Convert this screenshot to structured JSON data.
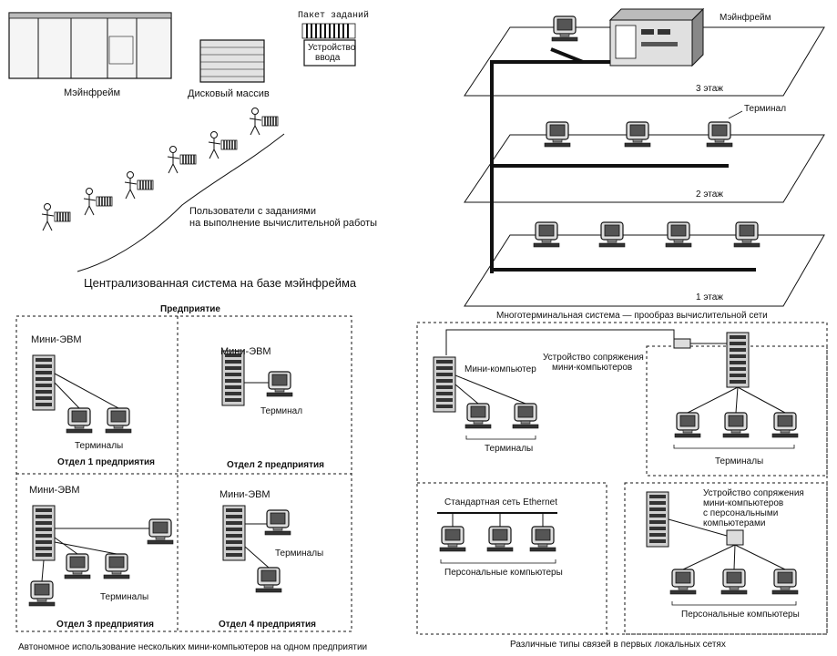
{
  "q1": {
    "mainframe": "Мэйнфрейм",
    "disk_array": "Дисковый массив",
    "job_batch": "Пакет заданий",
    "input_device_l1": "Устройство",
    "input_device_l2": "ввода",
    "users_l1": "Пользователи с заданиями",
    "users_l2": "на выполнение вычислительной работы",
    "caption": "Централизованная система на базе мэйнфрейма"
  },
  "q2": {
    "mainframe": "Мэйнфрейм",
    "floor3": "3 этаж",
    "floor2": "2 этаж",
    "floor1": "1 этаж",
    "terminal": "Терминал",
    "caption": "Многотерминальная система — прообраз вычислительной сети"
  },
  "q3": {
    "enterprise": "Предприятие",
    "mini1": "Мини-ЭВМ",
    "mini2": "Мини-ЭВМ",
    "mini3": "Мини-ЭВМ",
    "mini4": "Мини-ЭВМ",
    "terminals1": "Терминалы",
    "terminal2": "Терминал",
    "terminals3": "Терминалы",
    "terminals4": "Терминалы",
    "dept1": "Отдел 1 предприятия",
    "dept2": "Отдел 2 предприятия",
    "dept3": "Отдел 3 предприятия",
    "dept4": "Отдел 4 предприятия",
    "caption": "Автономное использование нескольких мини-компьютеров на одном предприятии"
  },
  "q4": {
    "minicomputer": "Мини-компьютер",
    "coupler_l1": "Устройство сопряжения",
    "coupler_l2": "мини-компьютеров",
    "terminals_left": "Терминалы",
    "terminals_right": "Терминалы",
    "ethernet": "Стандартная сеть Ethernet",
    "pcs_left": "Персональные компьютеры",
    "coupler2_l1": "Устройство сопряжения",
    "coupler2_l2": "мини-компьютеров",
    "coupler2_l3": "с персональными",
    "coupler2_l4": "компьютерами",
    "pcs_right": "Персональные компьютеры",
    "caption": "Различные типы связей в первых локальных сетях"
  }
}
